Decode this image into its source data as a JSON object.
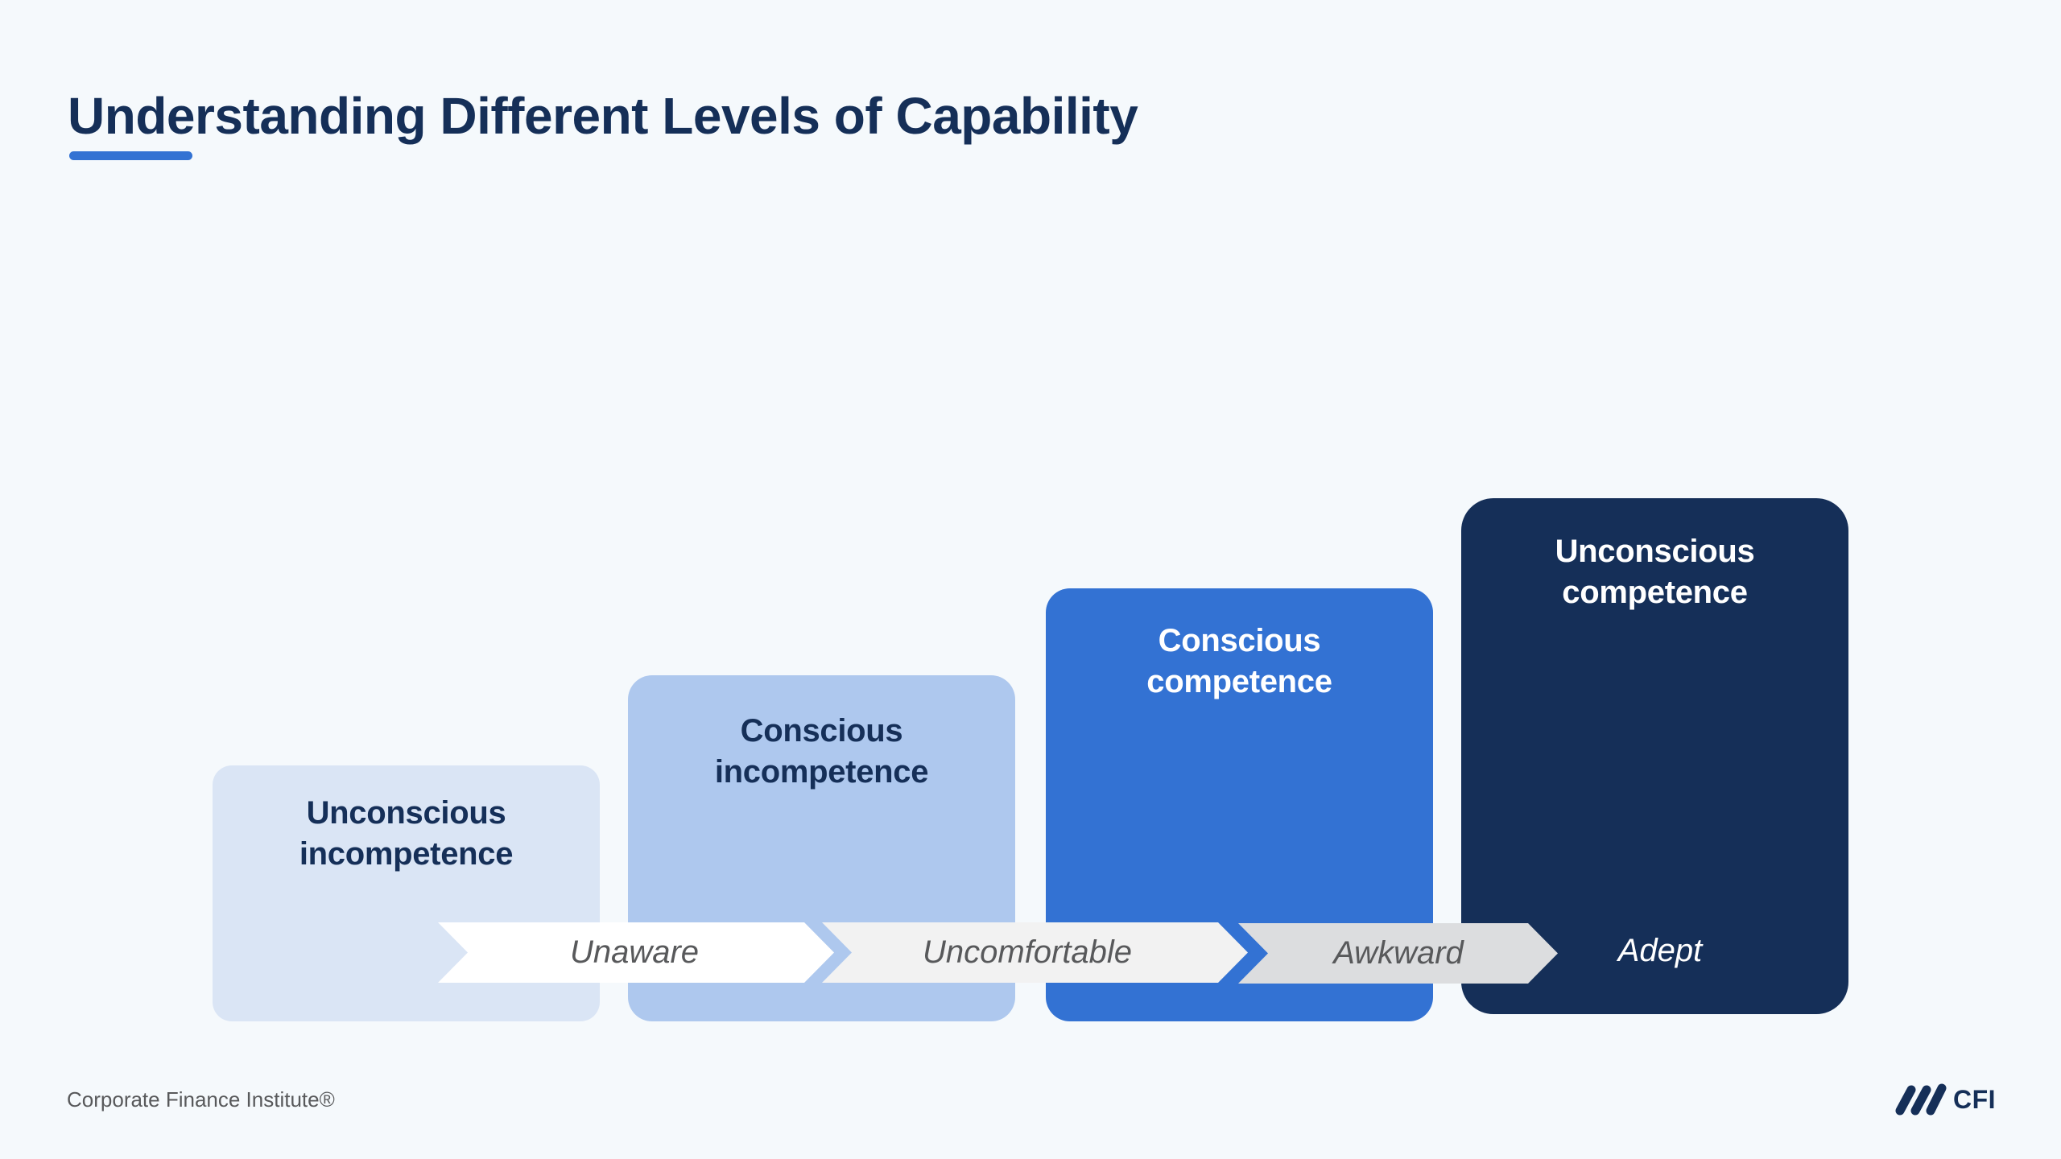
{
  "header": {
    "title": "Understanding Different Levels of Capability"
  },
  "colors": {
    "background": "#f5f9fc",
    "title": "#152f58",
    "accent": "#3372d3",
    "stage_fills": [
      "#dae5f5",
      "#aec8ee",
      "#3372d3",
      "#152f58"
    ],
    "ribbon_fills": [
      "#ffffff",
      "#f2f2f2",
      "#dcdddf"
    ],
    "ribbon_text": "#58595b"
  },
  "stages": [
    {
      "line1": "Unconscious",
      "line2": "incompetence",
      "state": "Unaware"
    },
    {
      "line1": "Conscious",
      "line2": "incompetence",
      "state": "Uncomfortable"
    },
    {
      "line1": "Conscious",
      "line2": "competence",
      "state": "Awkward"
    },
    {
      "line1": "Unconscious",
      "line2": "competence",
      "state": "Adept"
    }
  ],
  "footer": {
    "company": "Corporate Finance Institute®",
    "logo_text": "CFI",
    "logo_icon": "cfi-slashes-icon"
  }
}
